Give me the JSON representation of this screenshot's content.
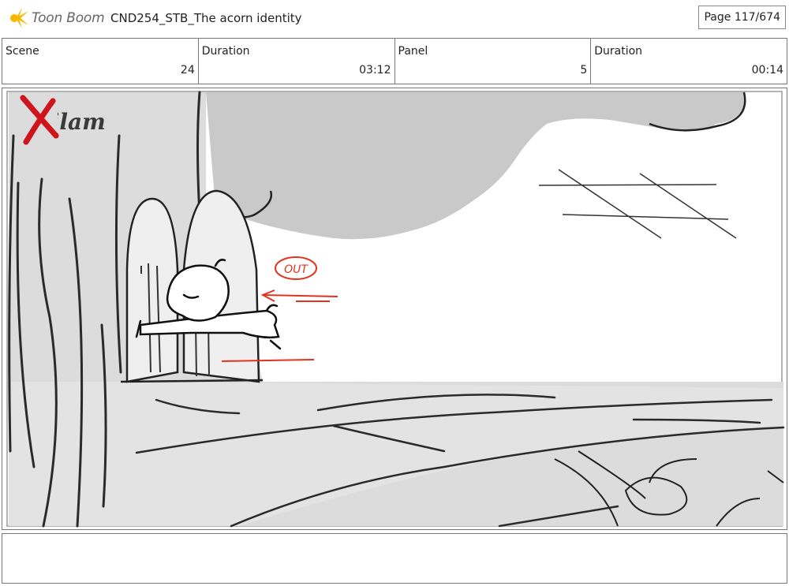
{
  "header": {
    "logo_text": "Toon Boom",
    "project_title": "CND254_STB_The acorn identity",
    "page": "Page 117/674"
  },
  "info": {
    "scene_label": "Scene",
    "scene_value": "24",
    "duration_label": "Duration",
    "duration_value": "03:12",
    "panel_label": "Panel",
    "panel_value": "5",
    "panel_duration_label": "Duration",
    "panel_duration_value": "00:14"
  },
  "panel": {
    "watermark": "Xilam",
    "annotation": "OUT"
  },
  "notes": {
    "text": ""
  },
  "colors": {
    "logo_yellow": "#F5B800",
    "watermark_red": "#D0141B",
    "annotation_red": "#E0341F",
    "sketch_gray": "#D6D6D6",
    "canopy_gray": "#C8C8C8"
  }
}
